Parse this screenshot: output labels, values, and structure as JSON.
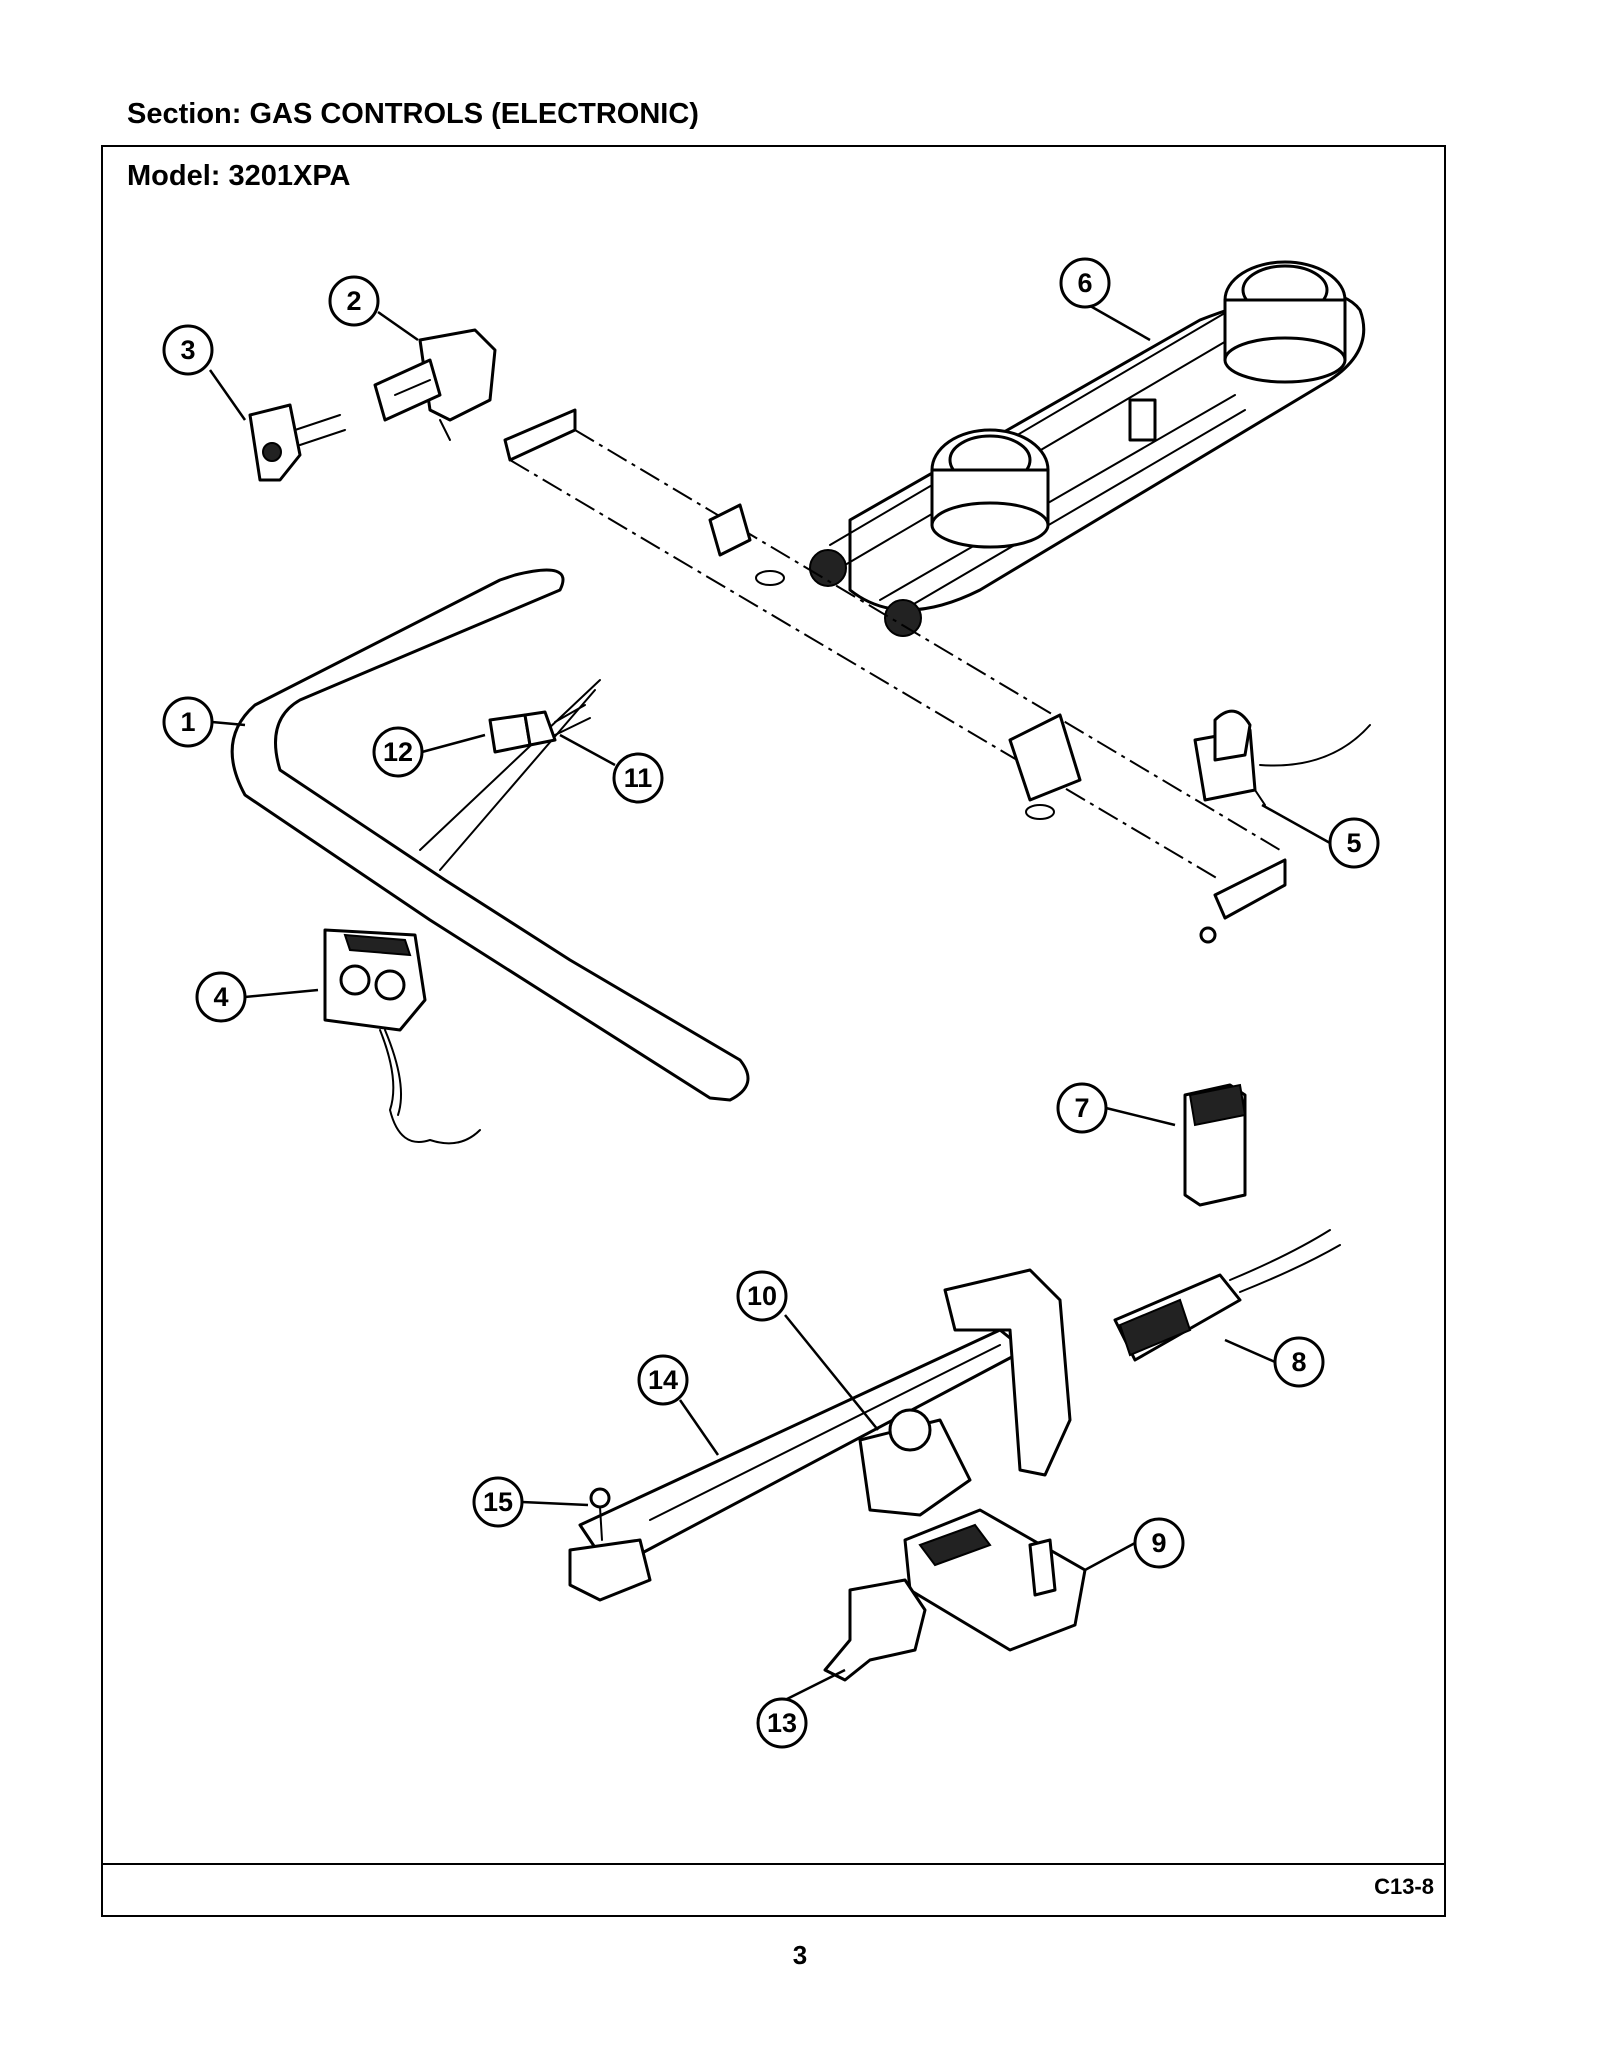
{
  "header": {
    "section_title": "Section:  GAS CONTROLS (ELECTRONIC)",
    "model_title": "Model:  3201XPA"
  },
  "footer": {
    "figure_code": "C13-8",
    "page_number": "3"
  },
  "callouts": [
    {
      "number": "1"
    },
    {
      "number": "2"
    },
    {
      "number": "3"
    },
    {
      "number": "4"
    },
    {
      "number": "5"
    },
    {
      "number": "6"
    },
    {
      "number": "7"
    },
    {
      "number": "8"
    },
    {
      "number": "9"
    },
    {
      "number": "10"
    },
    {
      "number": "11"
    },
    {
      "number": "12"
    },
    {
      "number": "13"
    },
    {
      "number": "14"
    },
    {
      "number": "15"
    }
  ]
}
